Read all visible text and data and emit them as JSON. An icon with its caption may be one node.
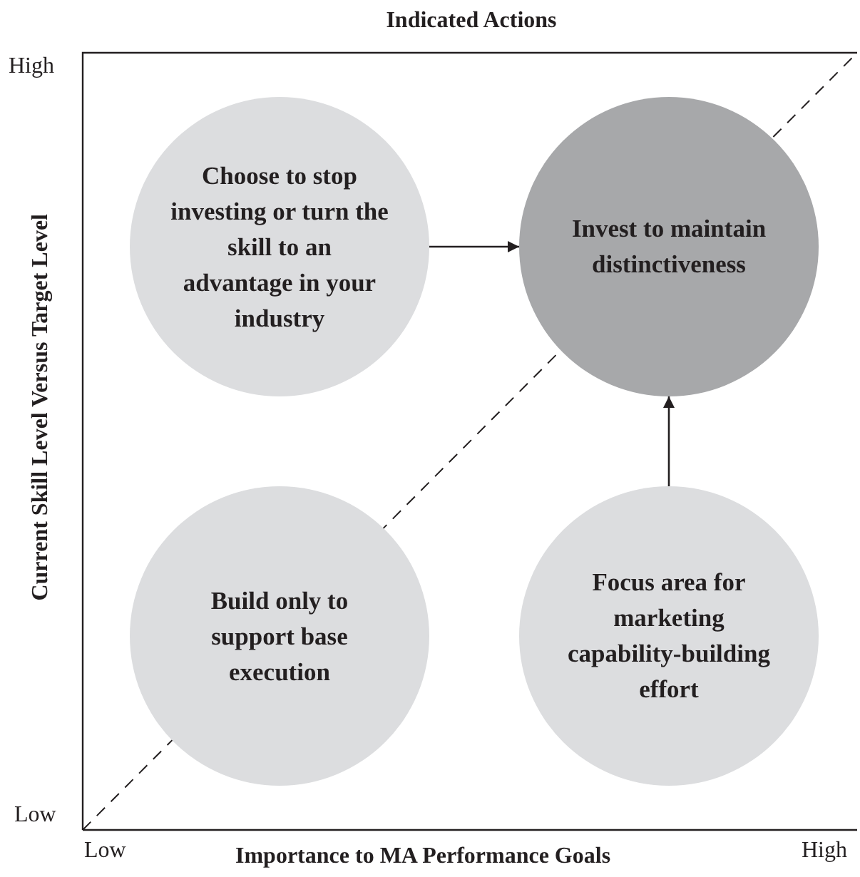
{
  "diagram": {
    "title": "Indicated Actions",
    "nodes": [
      {
        "text": [
          "Choose to stop investing or turn the skill to an advantage in your industry"
        ]
      },
      {
        "text": [
          "Invest to maintain distinctiveness"
        ]
      },
      {
        "text": [
          "Build only to support base execution"
        ]
      },
      {
        "text": [
          "Focus area for marketing capability-building effort"
        ]
      }
    ],
    "edges": [
      {
        "from": 0,
        "to": 1,
        "arrow": "to"
      },
      {
        "from": 3,
        "to": 1,
        "arrow": "to"
      }
    ],
    "labels": [
      "High",
      "Current Skill Level Versus Target Level",
      "Low",
      "Low",
      "Importance to MA Performance Goals",
      "High"
    ]
  }
}
